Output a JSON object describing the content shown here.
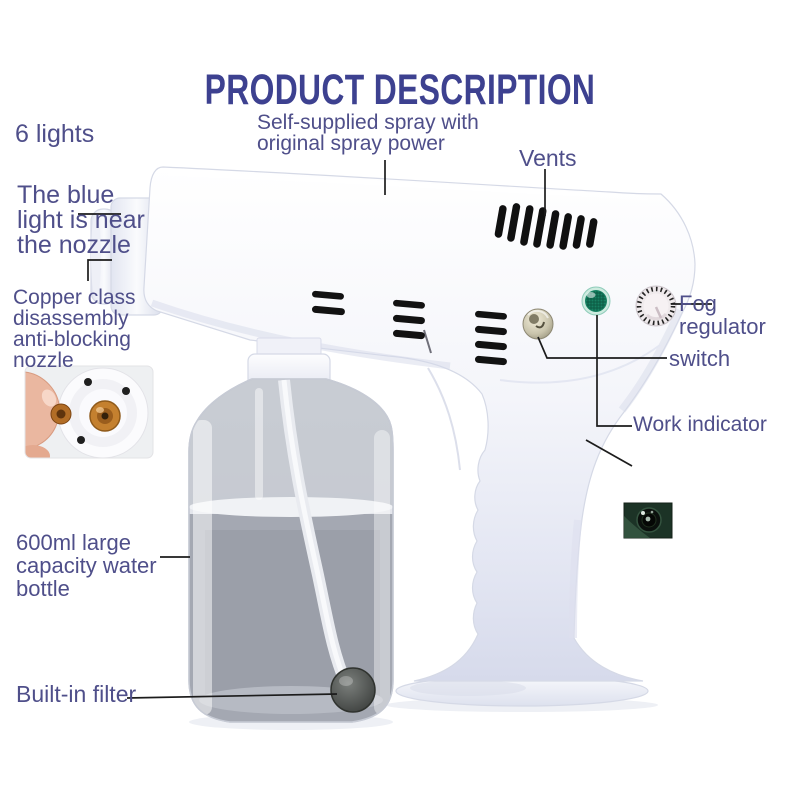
{
  "title": "PRODUCT DESCRIPTION",
  "callouts": {
    "six_lights": "6 lights",
    "blue_light": "The blue\nlight is near\nthe nozzle",
    "copper_nozzle": "Copper class\ndisassembly\nanti-blocking\nnozzle",
    "self_supplied": "Self-supplied spray with\noriginal spray power",
    "vents": "Vents",
    "fog_regulator": "Fog regulator",
    "switch": "switch",
    "work_indicator": "Work indicator",
    "water_bottle": "600ml large\ncapacity water\nbottle",
    "filter": "Built-in filter"
  },
  "colors": {
    "title": "#3d4190",
    "label": "#4f4f8a",
    "leader": "#1c1c1c",
    "led": "#178263",
    "jack": "#1c3326",
    "copper": "#c4802f",
    "water": "#a4a8b2"
  }
}
